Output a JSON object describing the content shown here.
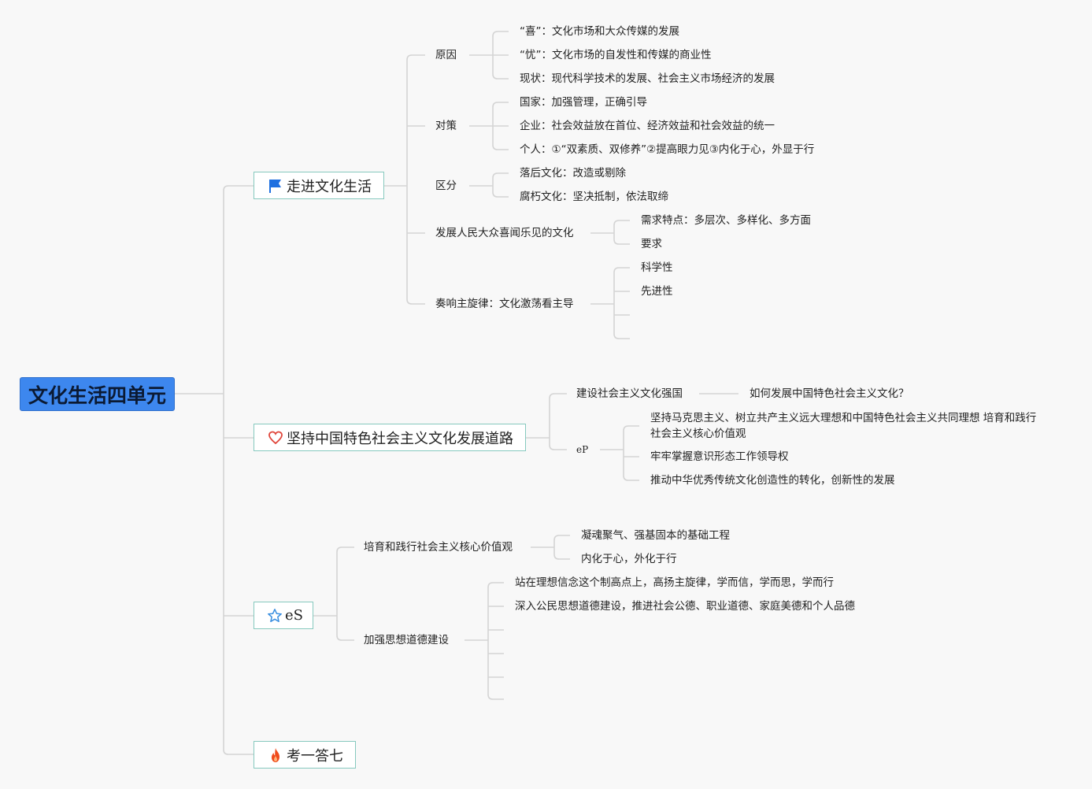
{
  "root": {
    "label": "文化生活四单元"
  },
  "branches": [
    {
      "label": "走进文化生活",
      "icon": "flag-icon",
      "children": [
        {
          "label": "原因",
          "children": [
            "“喜”：文化市场和大众传媒的发展",
            "“忧”：文化市场的自发性和传媒的商业性",
            "现状：现代科学技术的发展、社会主义市场经济的发展"
          ]
        },
        {
          "label": "对策",
          "children": [
            "国家：加强管理，正确引导",
            "企业：社会效益放在首位、经济效益和社会效益的统一",
            "个人：①“双素质、双修养”②提高眼力见③内化于心，外显于行"
          ]
        },
        {
          "label": "区分",
          "children": [
            "落后文化：改造或剔除",
            "腐朽文化：坚决抵制，依法取缔"
          ]
        },
        {
          "label": "发展人民大众喜闻乐见的文化",
          "children": [
            "需求特点：多层次、多样化、多方面",
            "要求"
          ]
        },
        {
          "label": "奏响主旋律：文化激荡看主导",
          "children": [
            "科学性",
            "先进性",
            "",
            ""
          ]
        }
      ]
    },
    {
      "label": "坚持中国特色社会主义文化发展道路",
      "icon": "heart-icon",
      "children": [
        {
          "label": "建设社会主义文化强国",
          "children": [
            "如何发展中国特色社会主义文化？"
          ]
        },
        {
          "label": "eP",
          "children": [
            "坚持马克思主义、树立共产主义远大理想和中国特色社会主义共同理想 培育和践行社会主义核心价值观",
            "牢牢掌握意识形态工作领导权",
            "推动中华优秀传统文化创造性的转化，创新性的发展"
          ]
        }
      ]
    },
    {
      "label": "eS",
      "icon": "star-icon",
      "children": [
        {
          "label": "培育和践行社会主义核心价值观",
          "children": [
            "凝魂聚气、强基固本的基础工程",
            "内化于心，外化于行"
          ]
        },
        {
          "label": "加强思想道德建设",
          "children": [
            "站在理想信念这个制高点上，高扬主旋律，学而信，学而思，学而行",
            "深入公民思想道德建设，推进社会公德、职业道德、家庭美德和个人品德",
            "",
            "",
            "",
            ""
          ]
        }
      ]
    },
    {
      "label": "考一答七",
      "icon": "fire-icon",
      "children": []
    }
  ],
  "colors": {
    "root": "#3d87ee",
    "border": "#86c9be",
    "flag": "#1e6fe0",
    "heart": "#e0453a",
    "star": "#3a8fe0",
    "fire": "#f04b1c"
  }
}
